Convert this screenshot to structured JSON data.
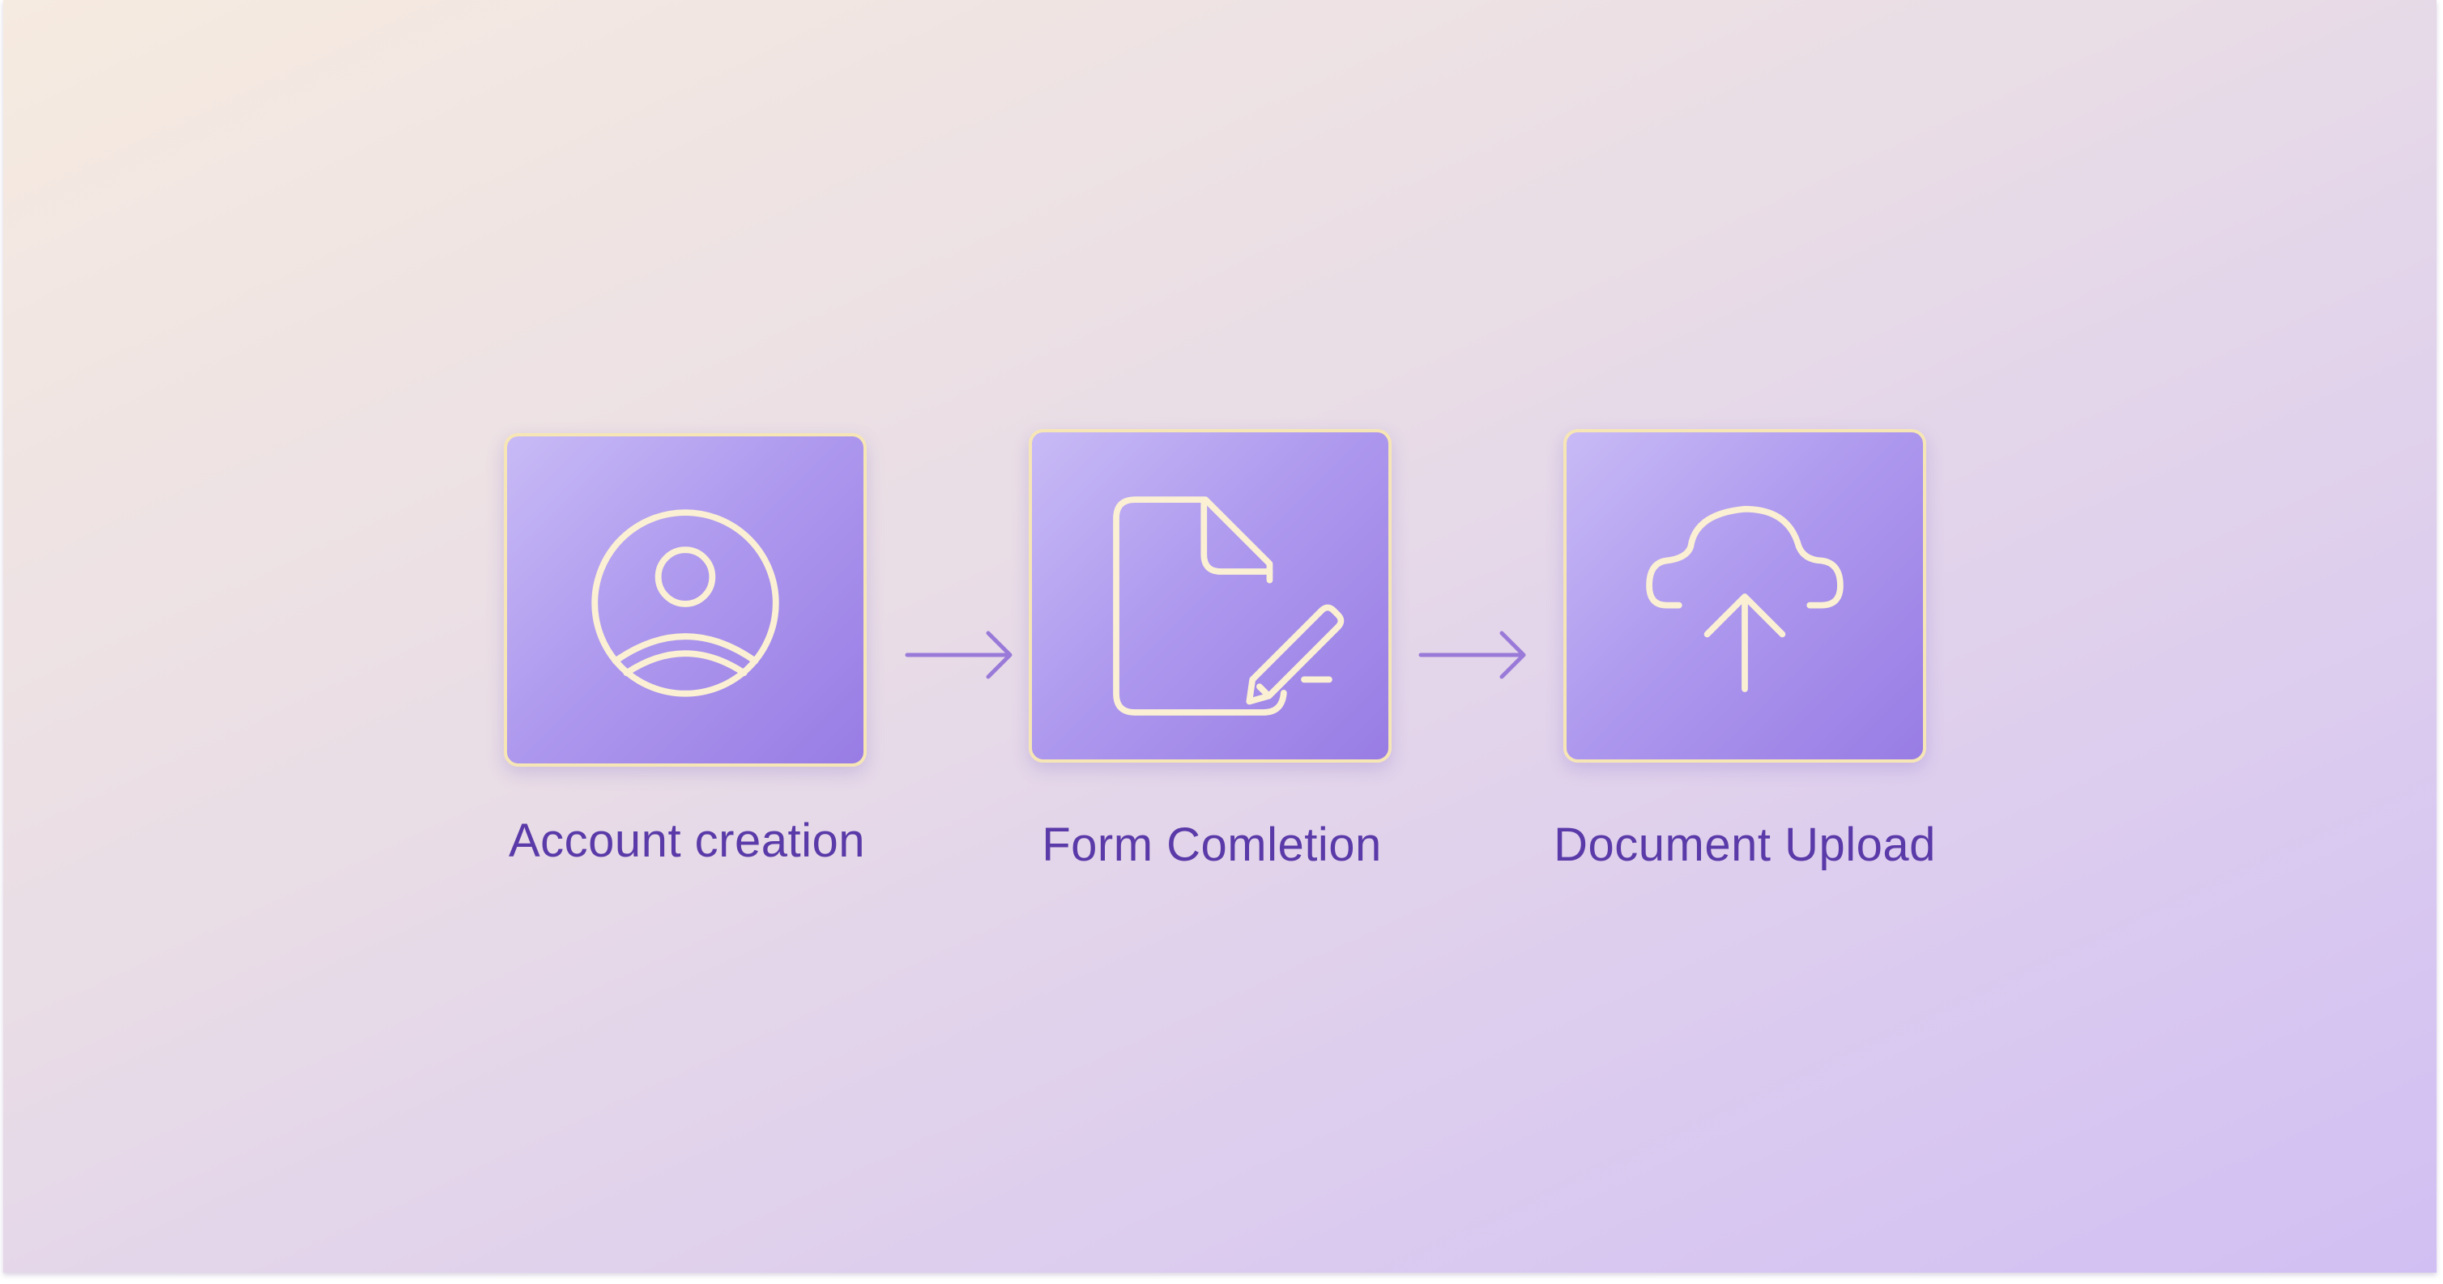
{
  "diagram": {
    "steps": [
      {
        "label": "Account creation",
        "icon": "user-profile-icon"
      },
      {
        "label": "Form Comletion",
        "icon": "document-edit-icon"
      },
      {
        "label": "Document Upload",
        "icon": "cloud-upload-icon"
      }
    ],
    "colors": {
      "tile": "#a790ec",
      "tile_border": "#f7e6b5",
      "icon": "#fbf0d4",
      "label": "#5a3aa8",
      "arrow": "#9a7ad8"
    }
  }
}
